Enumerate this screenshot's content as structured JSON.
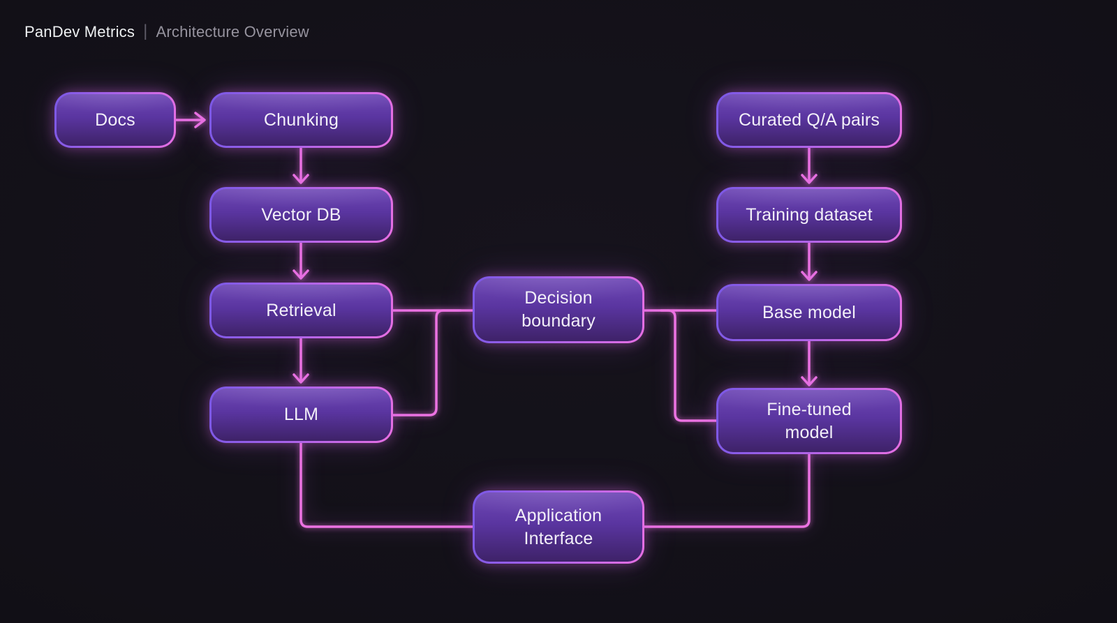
{
  "header": {
    "app_title": "PanDev Metrics",
    "separator": "|",
    "page_title": "Architecture Overview"
  },
  "colors": {
    "background": "#121017",
    "node_fill_top": "#6f49b6",
    "node_fill_bottom": "#3e2268",
    "node_border_left": "#7a58e6",
    "node_border_right": "#e76fe3",
    "connector": "#ec73e2",
    "node_text": "#f2eff8",
    "app_title_text": "#eef0f2",
    "page_title_text": "#96939e"
  },
  "diagram": {
    "nodes": {
      "docs": {
        "label": "Docs"
      },
      "chunking": {
        "label": "Chunking"
      },
      "vector_db": {
        "label": "Vector DB"
      },
      "retrieval": {
        "label": "Retrieval"
      },
      "llm": {
        "label": "LLM"
      },
      "decision_boundary": {
        "label": "Decision boundary"
      },
      "application_interface": {
        "label": "Application Interface"
      },
      "curated_qa_pairs": {
        "label": "Curated Q/A pairs"
      },
      "training_dataset": {
        "label": "Training dataset"
      },
      "base_model": {
        "label": "Base model"
      },
      "fine_tuned_model": {
        "label": "Fine-tuned model"
      }
    },
    "edges": [
      {
        "from": "docs",
        "to": "chunking",
        "arrow": true
      },
      {
        "from": "chunking",
        "to": "vector_db",
        "arrow": true
      },
      {
        "from": "vector_db",
        "to": "retrieval",
        "arrow": true
      },
      {
        "from": "retrieval",
        "to": "llm",
        "arrow": true
      },
      {
        "from": "retrieval",
        "to": "decision_boundary",
        "arrow": false
      },
      {
        "from": "llm",
        "to": "decision_boundary",
        "arrow": false
      },
      {
        "from": "decision_boundary",
        "to": "base_model",
        "arrow": false
      },
      {
        "from": "decision_boundary",
        "to": "fine_tuned_model",
        "arrow": false
      },
      {
        "from": "curated_qa_pairs",
        "to": "training_dataset",
        "arrow": true
      },
      {
        "from": "training_dataset",
        "to": "base_model",
        "arrow": true
      },
      {
        "from": "base_model",
        "to": "fine_tuned_model",
        "arrow": true
      },
      {
        "from": "llm",
        "to": "application_interface",
        "arrow": false
      },
      {
        "from": "fine_tuned_model",
        "to": "application_interface",
        "arrow": false
      }
    ]
  }
}
